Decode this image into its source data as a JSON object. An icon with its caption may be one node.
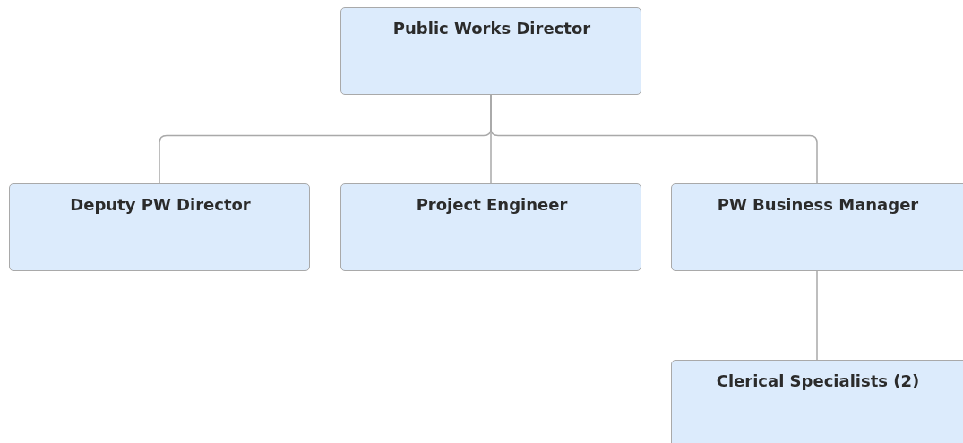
{
  "diagram": {
    "nodes": [
      {
        "text": [
          "Public Works Director"
        ]
      },
      {
        "text": [
          "Deputy PW Director"
        ]
      },
      {
        "text": [
          "Project Engineer"
        ]
      },
      {
        "text": [
          "PW Business Manager"
        ]
      },
      {
        "text": [
          "Clerical Specialists (2)"
        ]
      }
    ],
    "edges": [
      {
        "from": 0,
        "to": 1,
        "arrow": "none"
      },
      {
        "from": 0,
        "to": 2,
        "arrow": "none"
      },
      {
        "from": 0,
        "to": 3,
        "arrow": "none"
      },
      {
        "from": 3,
        "to": 4,
        "arrow": "none"
      }
    ]
  }
}
